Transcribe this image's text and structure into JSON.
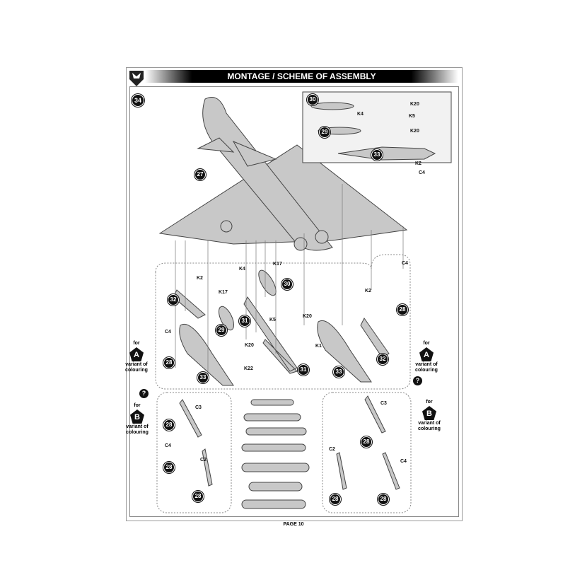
{
  "header": {
    "title": "MONTAGE / SCHEME OF ASSEMBLY"
  },
  "step": "34",
  "callouts": [
    "27",
    "30",
    "29",
    "33",
    "32",
    "31",
    "30",
    "29",
    "28",
    "33",
    "31",
    "33",
    "32",
    "28",
    "28",
    "28",
    "28",
    "28",
    "28",
    "28"
  ],
  "labels": [
    "K20",
    "K4",
    "K5",
    "K20",
    "K2",
    "C4",
    "K2",
    "K4",
    "K17",
    "K17",
    "K20",
    "K5",
    "K1",
    "K20",
    "K22",
    "K2",
    "C4",
    "C4",
    "C3",
    "C4",
    "C2",
    "C3",
    "C2",
    "C4"
  ],
  "variants": {
    "for": "for",
    "a": "A",
    "b": "B",
    "desc": "variant of colouring",
    "swap": "?"
  },
  "footer": "PAGE 10"
}
